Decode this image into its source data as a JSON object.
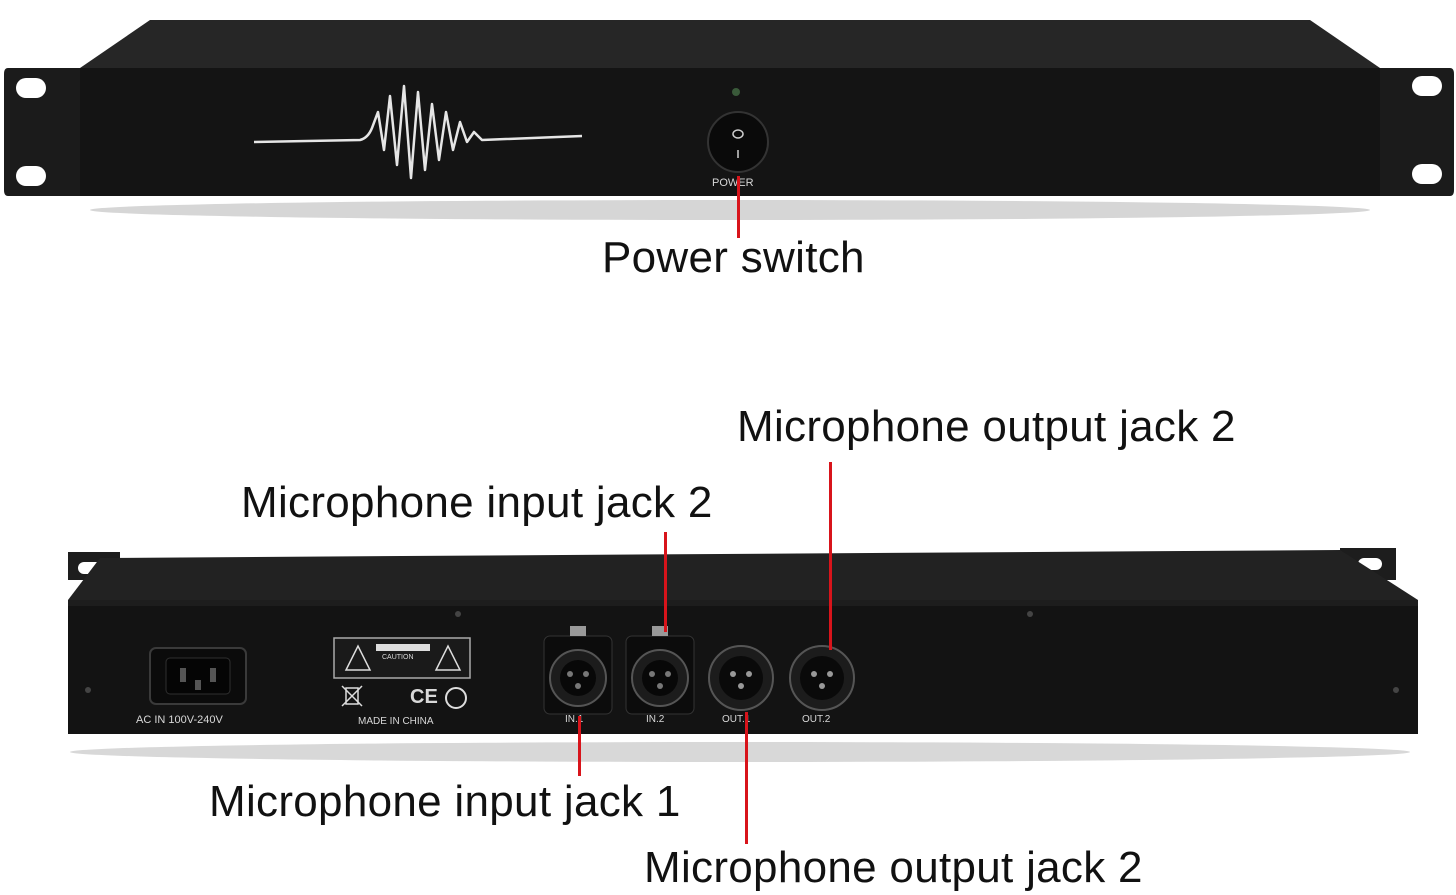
{
  "front_panel": {
    "power_label": "POWER"
  },
  "rear_panel": {
    "power_input_label": "AC IN 100V-240V",
    "made_in_label": "MADE IN CHINA",
    "caution_label": "CAUTION",
    "ce_mark": "CE",
    "jacks": [
      "IN.1",
      "IN.2",
      "OUT.1",
      "OUT.2"
    ]
  },
  "callouts": {
    "power_switch": "Power switch",
    "output_jack_2_top": "Microphone output jack 2",
    "input_jack_2": "Microphone input jack 2",
    "input_jack_1": "Microphone input jack 1",
    "output_jack_2_bottom": "Microphone output jack 2"
  },
  "colors": {
    "chassis": "#141414",
    "pointer": "#d8141b",
    "waveform": "#e6e6e6"
  }
}
